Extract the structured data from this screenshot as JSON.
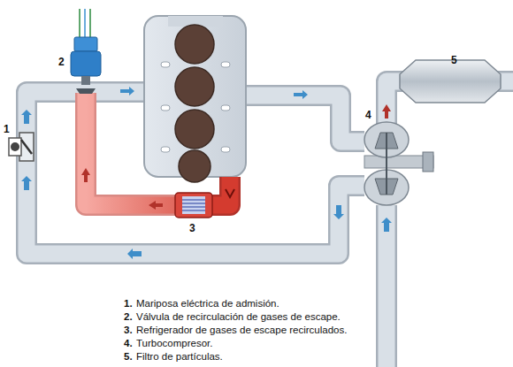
{
  "diagram": {
    "labels": [
      "1",
      "2",
      "3",
      "4",
      "5",
      "1.",
      "Mariposa eléctrica de admisión.",
      "2.",
      "Válvula de recirculación de gases de escape.",
      "3.",
      "Refrigerador de gases de escape recirculados.",
      "4.",
      "Turbocompresor.",
      "5.",
      "Filtro de partículas."
    ]
  }
}
